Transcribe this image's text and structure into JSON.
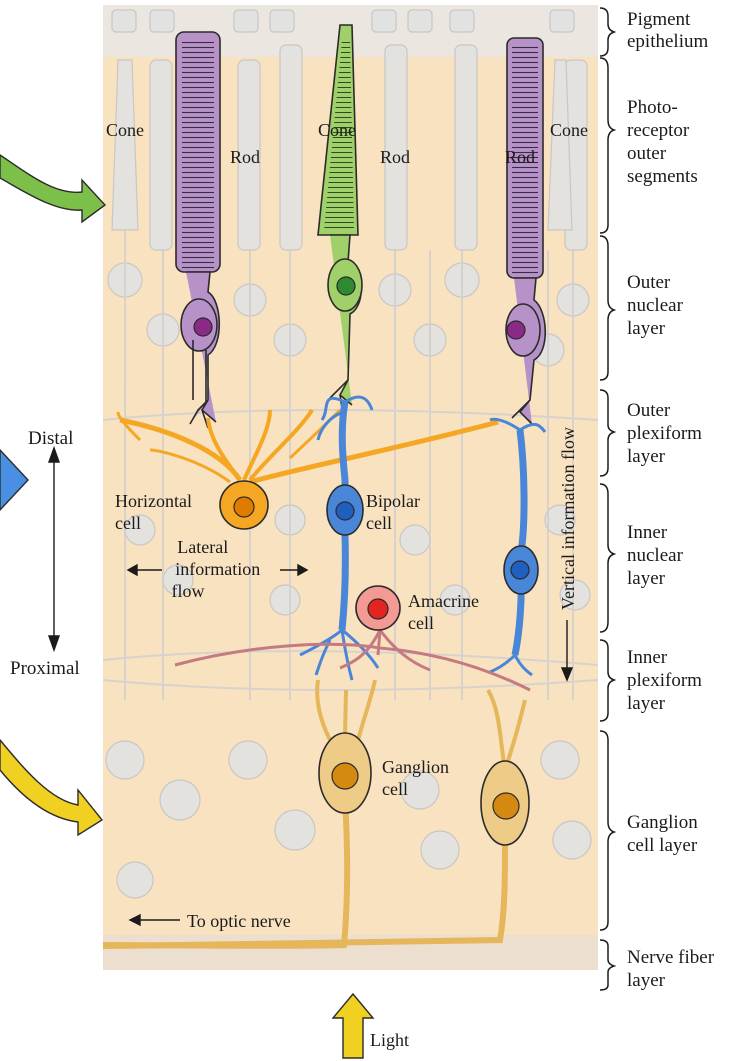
{
  "layers": [
    {
      "lines": [
        "Pigment",
        "epithelium"
      ]
    },
    {
      "lines": [
        "Photo-",
        "receptor",
        "outer",
        "segments"
      ]
    },
    {
      "lines": [
        "Outer",
        "nuclear",
        "layer"
      ]
    },
    {
      "lines": [
        "Outer",
        "plexiform",
        "layer"
      ]
    },
    {
      "lines": [
        "Inner",
        "nuclear",
        "layer"
      ]
    },
    {
      "lines": [
        "Inner",
        "plexiform",
        "layer"
      ]
    },
    {
      "lines": [
        "Ganglion",
        "cell layer"
      ]
    },
    {
      "lines": [
        "Nerve fiber",
        "layer"
      ]
    }
  ],
  "cells": {
    "cone_left": "Cone",
    "rod_left": "Rod",
    "cone_mid": "Cone",
    "rod_mid": "Rod",
    "rod_right": "Rod",
    "cone_right": "Cone",
    "horizontal": [
      "Horizontal",
      "cell"
    ],
    "bipolar": [
      "Bipolar",
      "cell"
    ],
    "amacrine": [
      "Amacrine",
      "cell"
    ],
    "ganglion": [
      "Ganglion",
      "cell"
    ]
  },
  "flow": {
    "lateral": [
      "Lateral",
      "information",
      "flow"
    ],
    "vertical": "Vertical information flow",
    "distal": "Distal",
    "proximal": "Proximal",
    "optic_nerve": "To optic nerve",
    "light": "Light"
  },
  "colors": {
    "background_tissue": "#f9e2c0",
    "ghost_cells": "#dcdcdc",
    "rod": "#b692c8",
    "cone": "#9fd06a",
    "horizontal": "#f5a623",
    "bipolar": "#4a86d8",
    "amacrine": "#ef3a35",
    "ganglion": "#e6b65a",
    "arrow_green": "#7cc04a",
    "arrow_blue": "#4a90e2",
    "arrow_yellow": "#f0d020"
  }
}
